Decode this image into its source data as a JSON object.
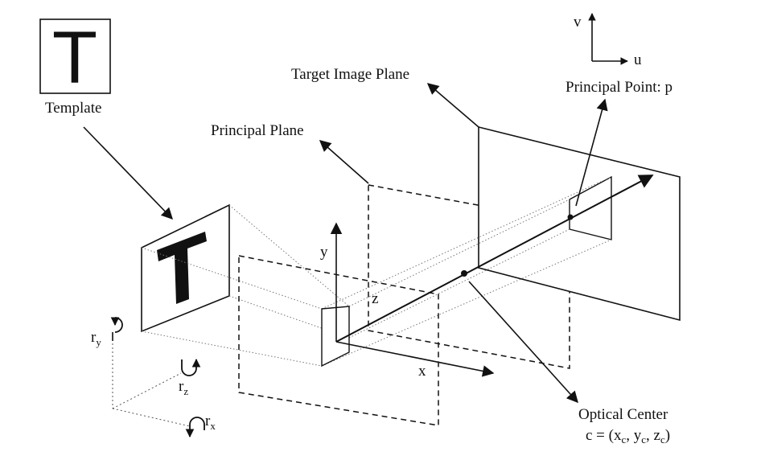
{
  "labels": {
    "template": "Template",
    "target_image_plane": "Target Image Plane",
    "principal_plane": "Principal Plane",
    "principal_point": "Principal Point: p",
    "optical_center": "Optical Center",
    "optical_center_formula": {
      "prefix": "c = (x",
      "sub1": "c",
      "sep1": ", y",
      "sub2": "c",
      "sep2": ", z",
      "sub3": "c",
      "suffix": ")"
    }
  },
  "template_glyph": "T",
  "axes": {
    "x": "x",
    "y": "y",
    "z": "z",
    "u": "u",
    "v": "v"
  },
  "rotations": {
    "ry": {
      "base": "r",
      "sub": "y"
    },
    "rz": {
      "base": "r",
      "sub": "z"
    },
    "rx": {
      "base": "r",
      "sub": "x"
    }
  }
}
